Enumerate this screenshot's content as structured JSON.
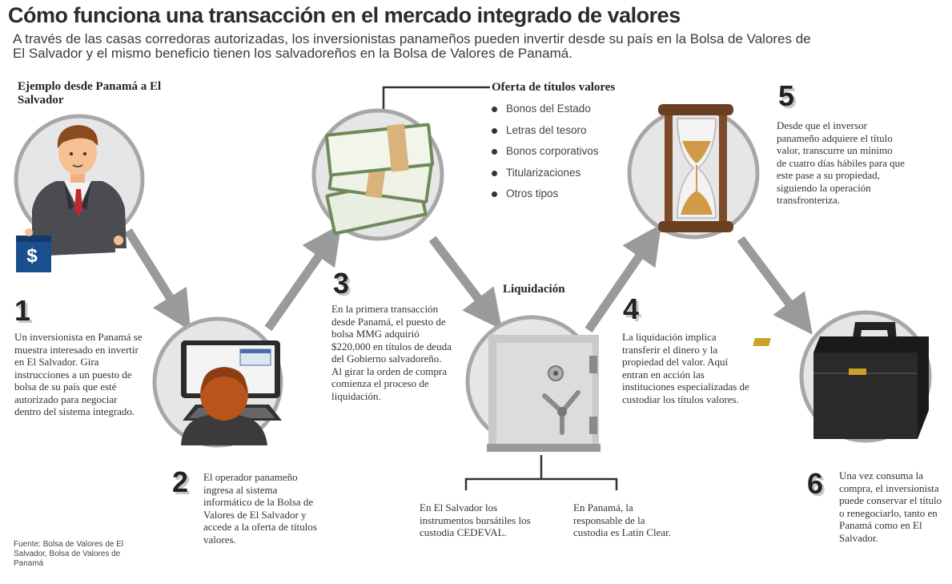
{
  "title": "Cómo funciona una transacción en el mercado integrado de valores",
  "subtitle": "A través de las casas corredoras autorizadas, los inversionistas panameños pueden invertir desde su país en la Bolsa de Valores  de El Salvador y el mismo beneficio tienen los salvadoreños en la Bolsa de Valores de Panamá.",
  "example_label": "Ejemplo desde Panamá a El Salvador",
  "money_sign": "$",
  "steps": [
    {
      "number": "1",
      "text": "Un inversionista en Panamá se muestra interesado en invertir en El Salvador. Gira instrucciones a un puesto de bolsa de su país que esté autorizado para negociar dentro del sistema integrado."
    },
    {
      "number": "2",
      "text": "El operador panameño ingresa al sistema informático de la Bolsa de Valores de El Salvador y accede a la oferta de títulos valores."
    },
    {
      "number": "3",
      "text": "En la primera transacción desde Panamá, el puesto de bolsa MMG adquirió $220,000 en títulos de deuda del Gobierno salvadoreño. Al girar la orden de compra comienza el proceso de liquidación."
    },
    {
      "number": "4",
      "text": "La liquidación implica transferir el dinero y la propiedad del valor. Aquí entran en acción las instituciones especializadas de custodiar los títulos valores."
    },
    {
      "number": "5",
      "text": "Desde que el inversor panameño adquiere el título valor, transcurre un mínimo de cuatro días hábiles para que este pase a su propiedad, siguiendo la operación transfronteriza."
    },
    {
      "number": "6",
      "text": "Una vez consuma la compra, el inversionista puede conservar el título o renegociarlo, tanto en Panamá como en El Salvador."
    }
  ],
  "offer": {
    "title": "Oferta de títulos valores",
    "items": [
      "Bonos del Estado",
      "Letras del tesoro",
      "Bonos corporativos",
      "Titularizaciones",
      "Otros tipos"
    ]
  },
  "liquidation": {
    "title": "Liquidación",
    "el_salvador": "En El Salvador los instrumentos bursátiles los custodia CEDEVAL.",
    "panama": "En Panamá,  la responsable de la custodia es Latin Clear."
  },
  "source": "Fuente: Bolsa de Valores de El Salvador, Bolsa de Valores de Panamá",
  "colors": {
    "circle_fill": "#e6e6e6",
    "circle_stroke": "#a7a7a7",
    "arrow": "#9a9a9a",
    "text": "#333333"
  }
}
